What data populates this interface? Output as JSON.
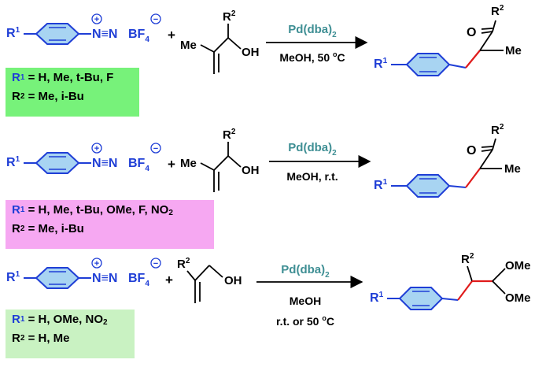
{
  "colors": {
    "blue": "#1f3ed6",
    "red": "#e01b1b",
    "teal": "#3f8f94",
    "ring_fill": "#a8d4f2",
    "box_green": "#77f27a",
    "box_pink": "#f6a8f2",
    "box_lightgreen": "#c9f2c2"
  },
  "common": {
    "r1": "R",
    "r1_sup": "1",
    "r2": "R",
    "r2_sup": "2",
    "n_plus_n": "N",
    "equiv": "≡",
    "n": "N",
    "plus_sign": "+",
    "minus_sign": "−",
    "bf": "BF",
    "four": "4",
    "plus": "+",
    "me": "Me",
    "oh": "OH",
    "o": "O",
    "ome": "OMe",
    "catalyst": "Pd(dba)",
    "catalyst_sub": "2"
  },
  "rows": [
    {
      "cond_line1": "MeOH, 50 ",
      "cond_sup": "o",
      "cond_tail": "C",
      "box_line1_tail": " = H, Me, t-Bu, F",
      "box_line1_sub": "",
      "box_line1_after": "",
      "box_line2_tail": " = Me, i-Bu"
    },
    {
      "cond_line1": "MeOH, r.t.",
      "box_line1_tail": " = H, Me, t-Bu, OMe, F, NO",
      "box_line1_sub": "2",
      "box_line1_after": "",
      "box_line2_tail": " = Me, i-Bu"
    },
    {
      "cond_line1": "MeOH",
      "cond_line2": "r.t. or 50 ",
      "cond_sup": "o",
      "cond_tail": "C",
      "box_line1_tail": " = H, OMe, NO",
      "box_line1_sub": "2",
      "box_line1_after": "",
      "box_line2_tail": " = H, Me"
    }
  ]
}
